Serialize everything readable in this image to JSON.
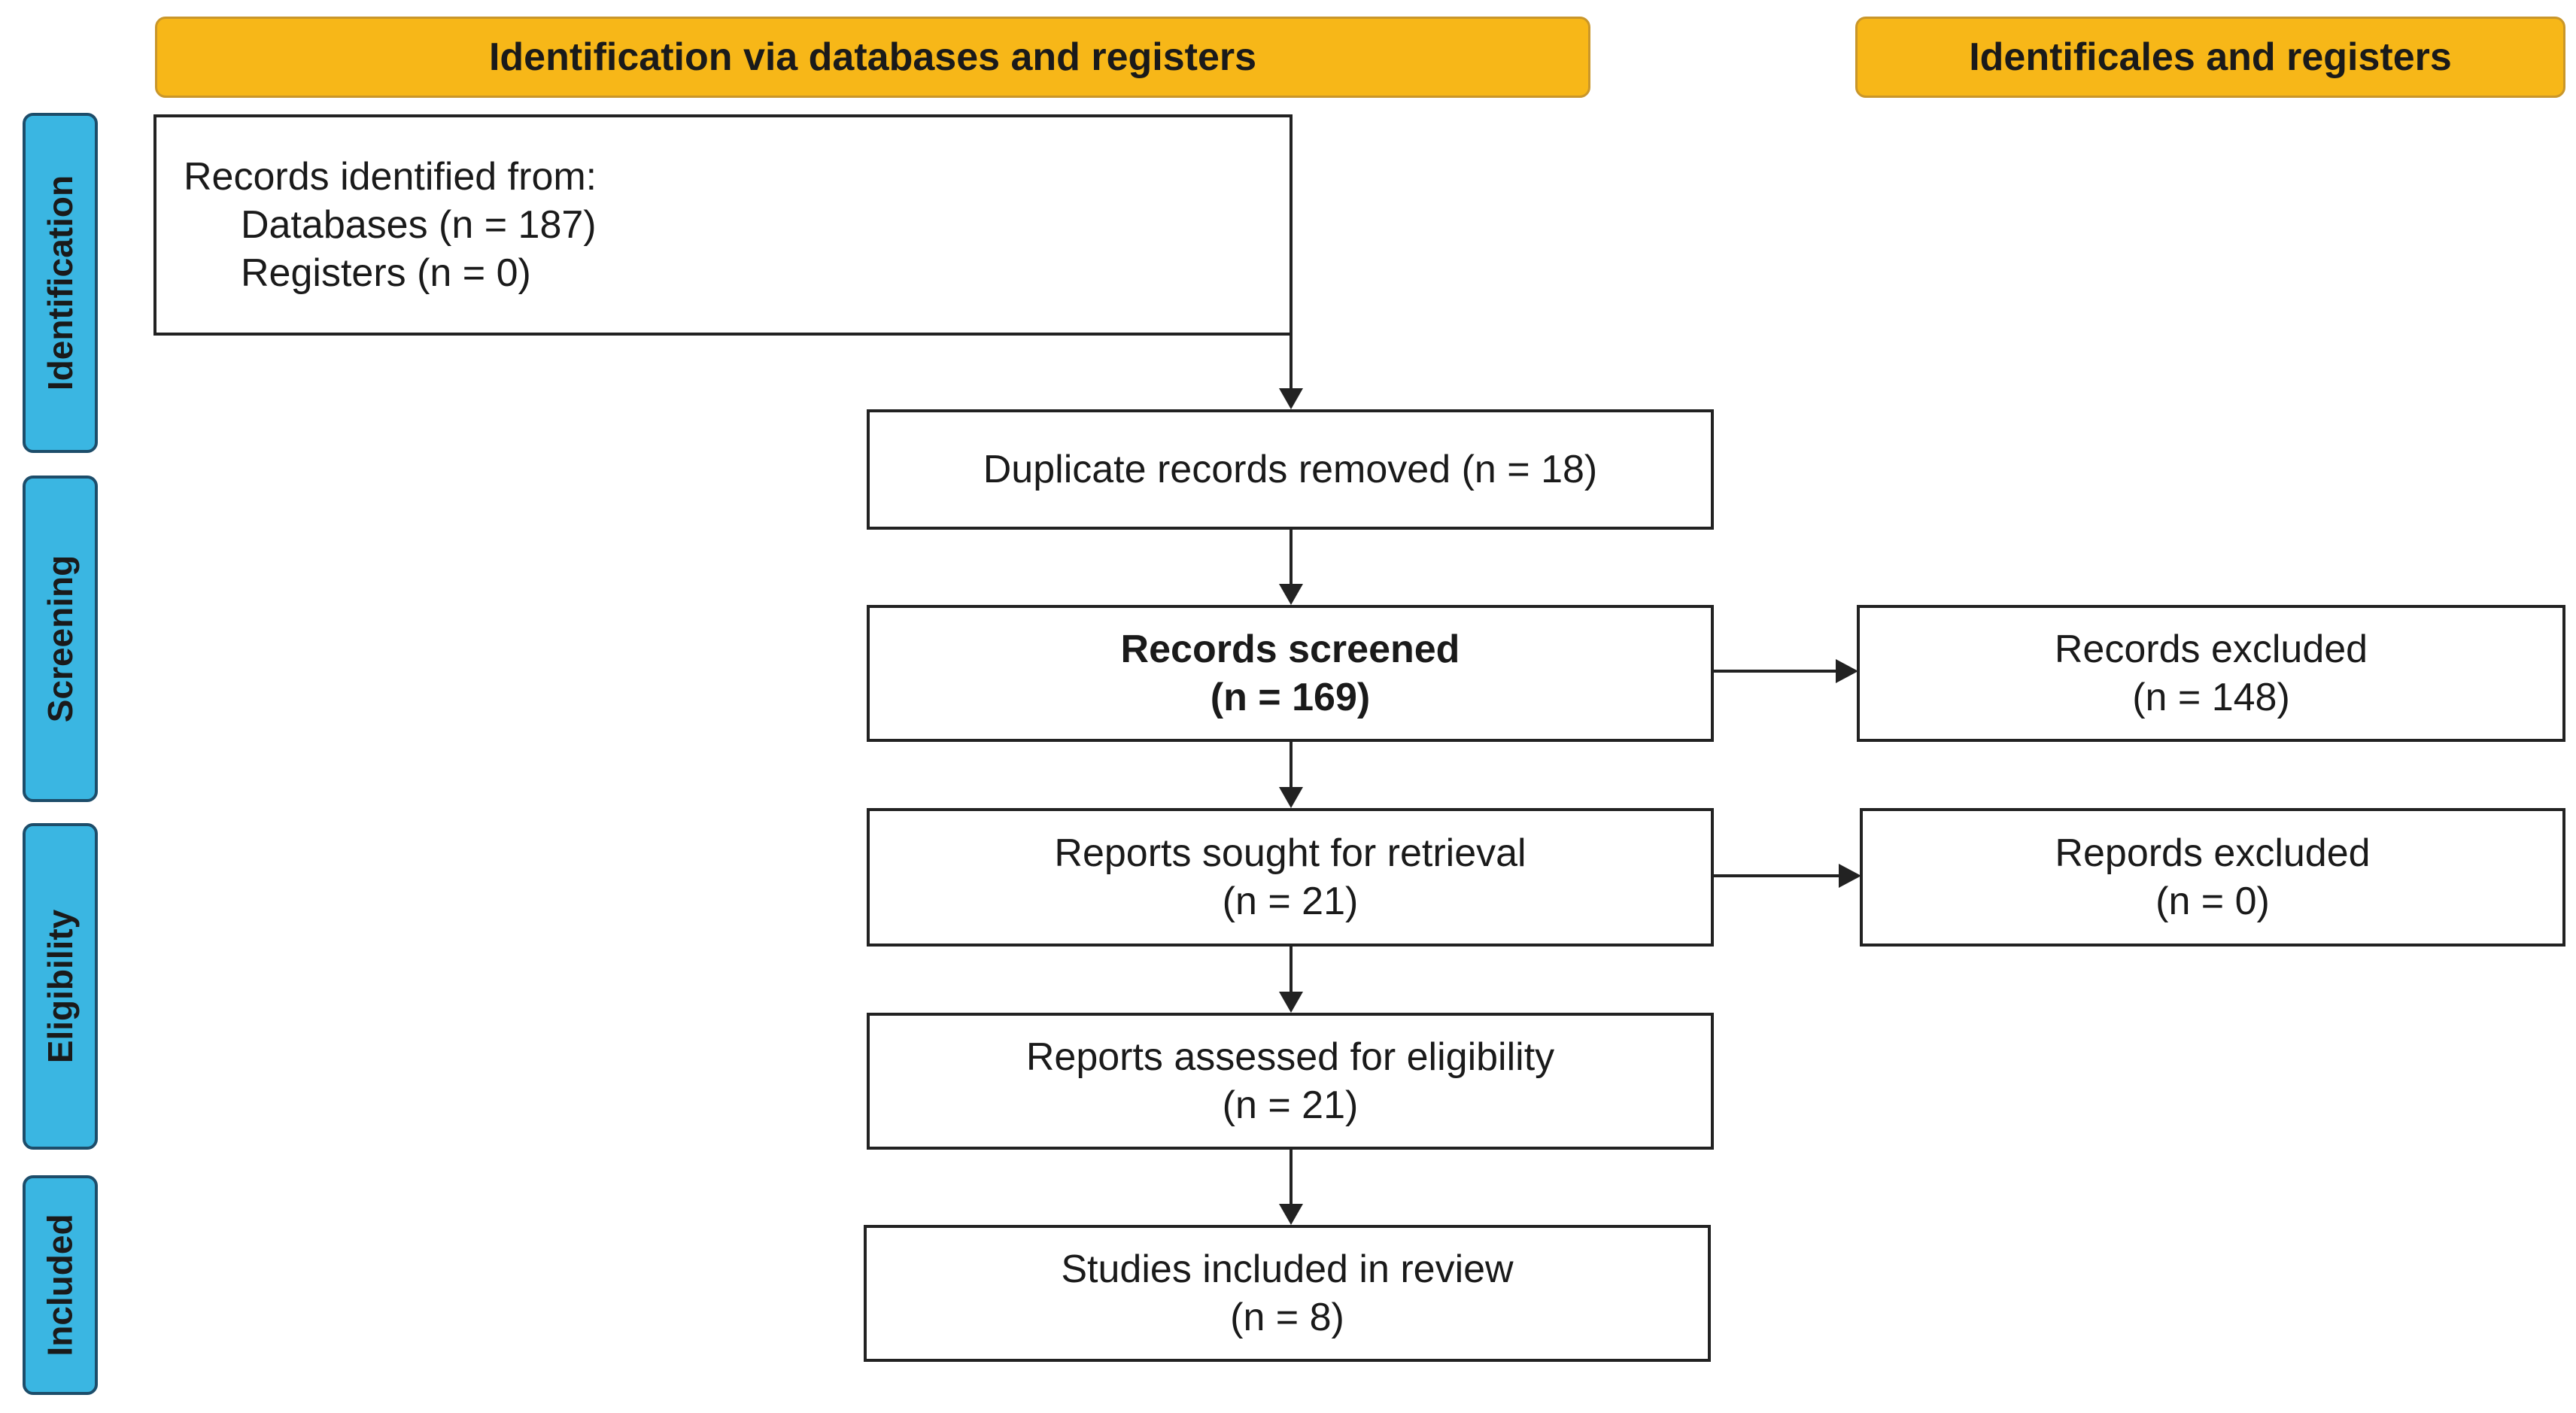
{
  "headers": {
    "left": "Identification via databases and registers",
    "right": "Identificales and registers"
  },
  "phases": {
    "identification": "Identification",
    "screening": "Screening",
    "eligibility": "Eligibility",
    "included": "Included"
  },
  "boxes": {
    "records_identified": {
      "title": "Records identified from:",
      "databases": "Databases (n = 187)",
      "registers": "Registers (n = 0)"
    },
    "duplicates_removed": {
      "text": "Duplicate records removed (n = 18)"
    },
    "records_screened": {
      "title": "Records screened",
      "count": "(n = 169)"
    },
    "records_excluded": {
      "title": "Records excluded",
      "count": "(n = 148)"
    },
    "reports_sought": {
      "title": "Reports sought for retrieval",
      "count": "(n = 21)"
    },
    "reports_excluded": {
      "title": "Repords excluded",
      "count": "(n = 0)"
    },
    "reports_assessed": {
      "title": "Reports assessed for eligibility",
      "count": "(n = 21)"
    },
    "studies_included": {
      "title": "Studies included in review",
      "count": "(n = 8)"
    }
  },
  "colors": {
    "header_fill": "#f7b718",
    "phase_fill": "#3ab6e2",
    "phase_border": "#1d4d6a",
    "box_border": "#222222"
  }
}
